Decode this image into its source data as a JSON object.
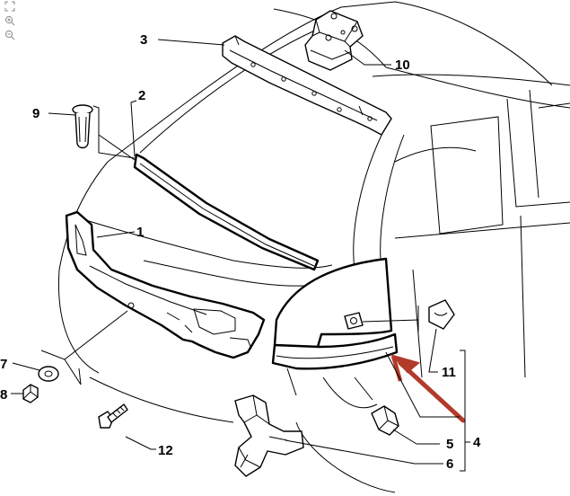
{
  "callouts": {
    "c1": "1",
    "c2": "2",
    "c3": "3",
    "c4": "4",
    "c5": "5",
    "c6": "6",
    "c7": "7",
    "c8": "8",
    "c9": "9",
    "c10": "10",
    "c11": "11",
    "c12": "12"
  },
  "icons": {
    "fit": "fit-to-screen-icon",
    "zoom_in": "zoom-in-icon",
    "zoom_out": "zoom-out-icon"
  },
  "colors": {
    "line": "#000000",
    "arrow": "#b23a2a",
    "controls": "#888888"
  }
}
